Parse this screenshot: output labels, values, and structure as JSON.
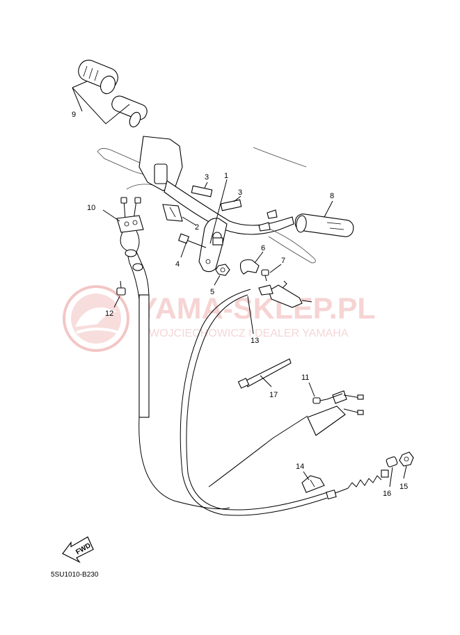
{
  "diagram_code": "5SU1010-B230",
  "watermark": {
    "title": "YAMA-SKLEP.PL",
    "subtitle": "WOJCIECHOWICZ I DEALER YAMAHA",
    "color": "#e8a0a0"
  },
  "direction_badge": {
    "text": "FWD"
  },
  "parts": [
    {
      "id": "1",
      "label": "1"
    },
    {
      "id": "2",
      "label": "2"
    },
    {
      "id": "3a",
      "label": "3"
    },
    {
      "id": "3b",
      "label": "3"
    },
    {
      "id": "4",
      "label": "4"
    },
    {
      "id": "5",
      "label": "5"
    },
    {
      "id": "6",
      "label": "6"
    },
    {
      "id": "7",
      "label": "7"
    },
    {
      "id": "8",
      "label": "8"
    },
    {
      "id": "9",
      "label": "9"
    },
    {
      "id": "10",
      "label": "10"
    },
    {
      "id": "11",
      "label": "11"
    },
    {
      "id": "12",
      "label": "12"
    },
    {
      "id": "13",
      "label": "13"
    },
    {
      "id": "14",
      "label": "14"
    },
    {
      "id": "15",
      "label": "15"
    },
    {
      "id": "16",
      "label": "16"
    },
    {
      "id": "17",
      "label": "17"
    }
  ]
}
